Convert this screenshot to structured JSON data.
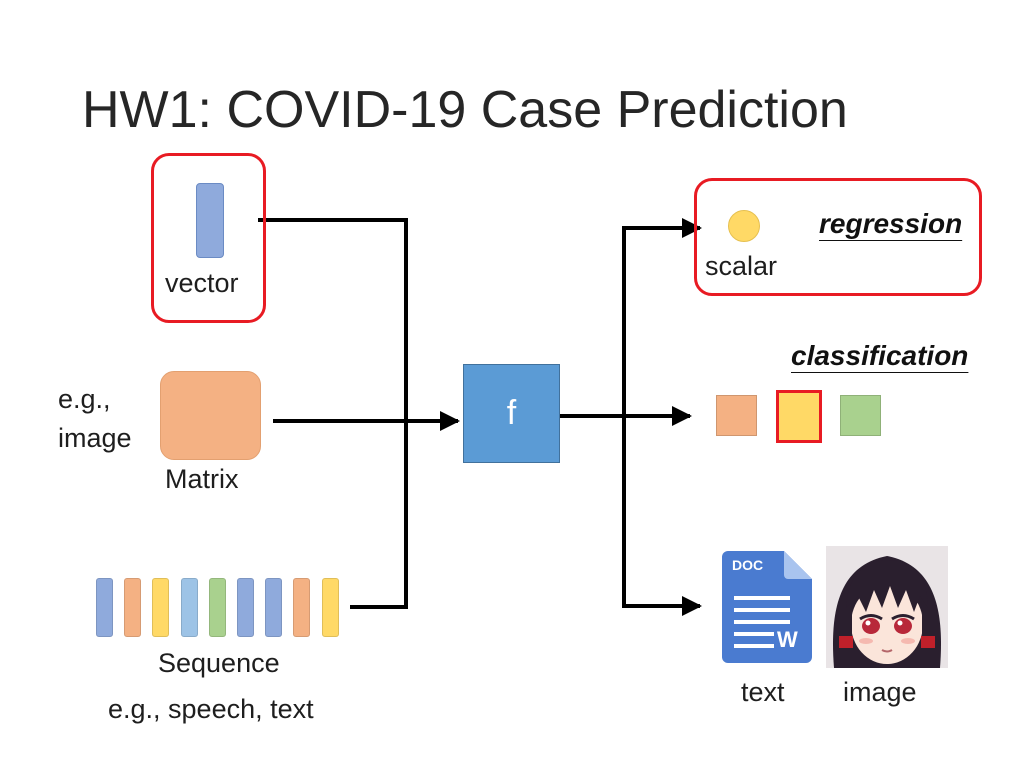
{
  "slide": {
    "title": "HW1: COVID-19 Case Prediction"
  },
  "inputs": {
    "vector_label": "vector",
    "matrix_label": "Matrix",
    "matrix_example": [
      "e.g.,",
      "image"
    ],
    "sequence_label": "Sequence",
    "sequence_example": "e.g., speech, text",
    "sequence_colors": [
      "#8faadc",
      "#f4b183",
      "#ffd966",
      "#9dc3e6",
      "#a9d18e",
      "#8faadc",
      "#8faadc",
      "#f4b183",
      "#ffd966"
    ]
  },
  "model": {
    "label": "f"
  },
  "outputs": {
    "regression_label": "regression",
    "scalar_label": "scalar",
    "classification_label": "classification",
    "class_colors": [
      "#f4b183",
      "#ffd966",
      "#a9d18e"
    ],
    "selected_class_index": 1,
    "doc_icon_text": "DOC",
    "doc_icon_letter": "W",
    "text_label": "text",
    "image_label": "image"
  },
  "colors": {
    "highlight_red": "#e81b23",
    "vector_blue": "#8faadc",
    "matrix_orange": "#f4b183",
    "scalar_yellow": "#ffd966",
    "model_blue": "#5b9bd5"
  }
}
